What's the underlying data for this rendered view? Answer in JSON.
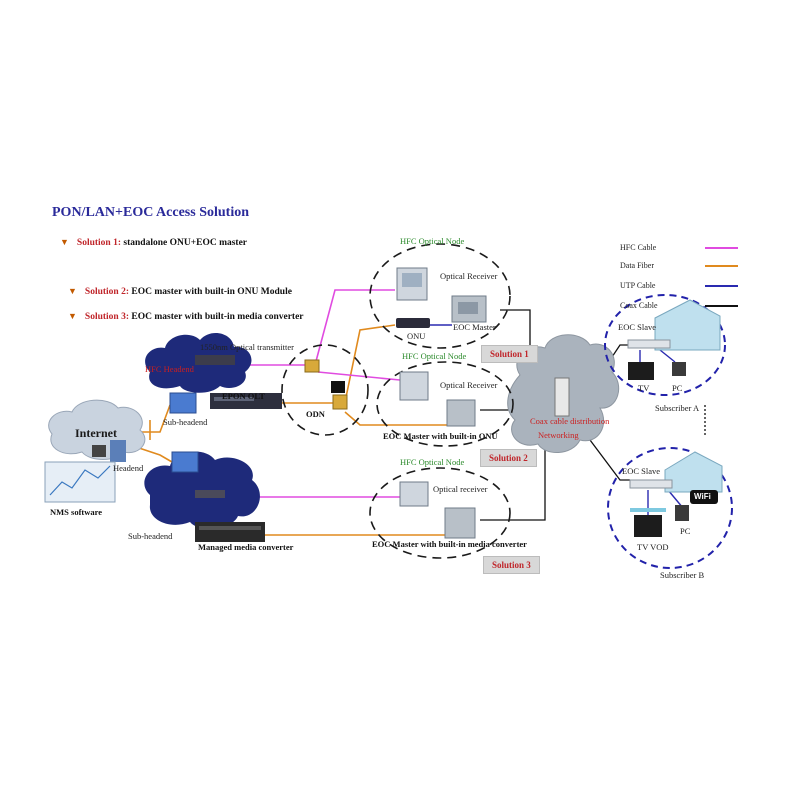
{
  "title": "PON/LAN+EOC Access Solution",
  "solutions": [
    {
      "label": "Solution 1:",
      "text": "standalone ONU+EOC master"
    },
    {
      "label": "Solution 2:",
      "text": "EOC master with built-in ONU Module"
    },
    {
      "label": "Solution 3:",
      "text": "EOC master with built-in media converter"
    }
  ],
  "legend": [
    {
      "label": "HFC Cable",
      "color": "#e04be0"
    },
    {
      "label": "Data Fiber",
      "color": "#e08a1e"
    },
    {
      "label": "UTP Cable",
      "color": "#2a2ab0"
    },
    {
      "label": "Coax Cable",
      "color": "#111111"
    }
  ],
  "nodes": {
    "hfc_node_1": "HFC Optical Node",
    "hfc_node_2": "HFC Optical Node",
    "hfc_node_3": "HFC Optical Node",
    "optical_receiver_1": "Optical Receiver",
    "onu": "ONU",
    "eoc_master": "EOC Master",
    "optical_receiver_2": "Optical Receiver",
    "eoc_master_onu": "EOC Master with built-in ONU",
    "optical_receiver_3": "Optical receiver",
    "eoc_master_mc": "EOC Master with built-in media converter",
    "optical_transmitter": "1550nm Optical transmitter",
    "hfc_headend": "HFC Headend",
    "epon_olt": "EPON OLT",
    "odn": "ODN",
    "sub_headend_1": "Sub-headend",
    "sub_headend_2": "Sub-headend",
    "headend": "Headend",
    "internet": "Internet",
    "nms": "NMS software",
    "managed_mc": "Managed media converter",
    "coax_network_1": "Coax cable distribution",
    "coax_network_2": "Networking"
  },
  "solution_boxes": [
    "Solution 1",
    "Solution 2",
    "Solution 3"
  ],
  "subscribers": {
    "a": {
      "slave": "EOC Slave",
      "tv": "TV",
      "pc": "PC",
      "name": "Subscriber A"
    },
    "b": {
      "slave": "EOC Slave",
      "tv": "TV VOD",
      "pc": "PC",
      "name": "Subscriber B",
      "wifi": "WiFi"
    }
  }
}
